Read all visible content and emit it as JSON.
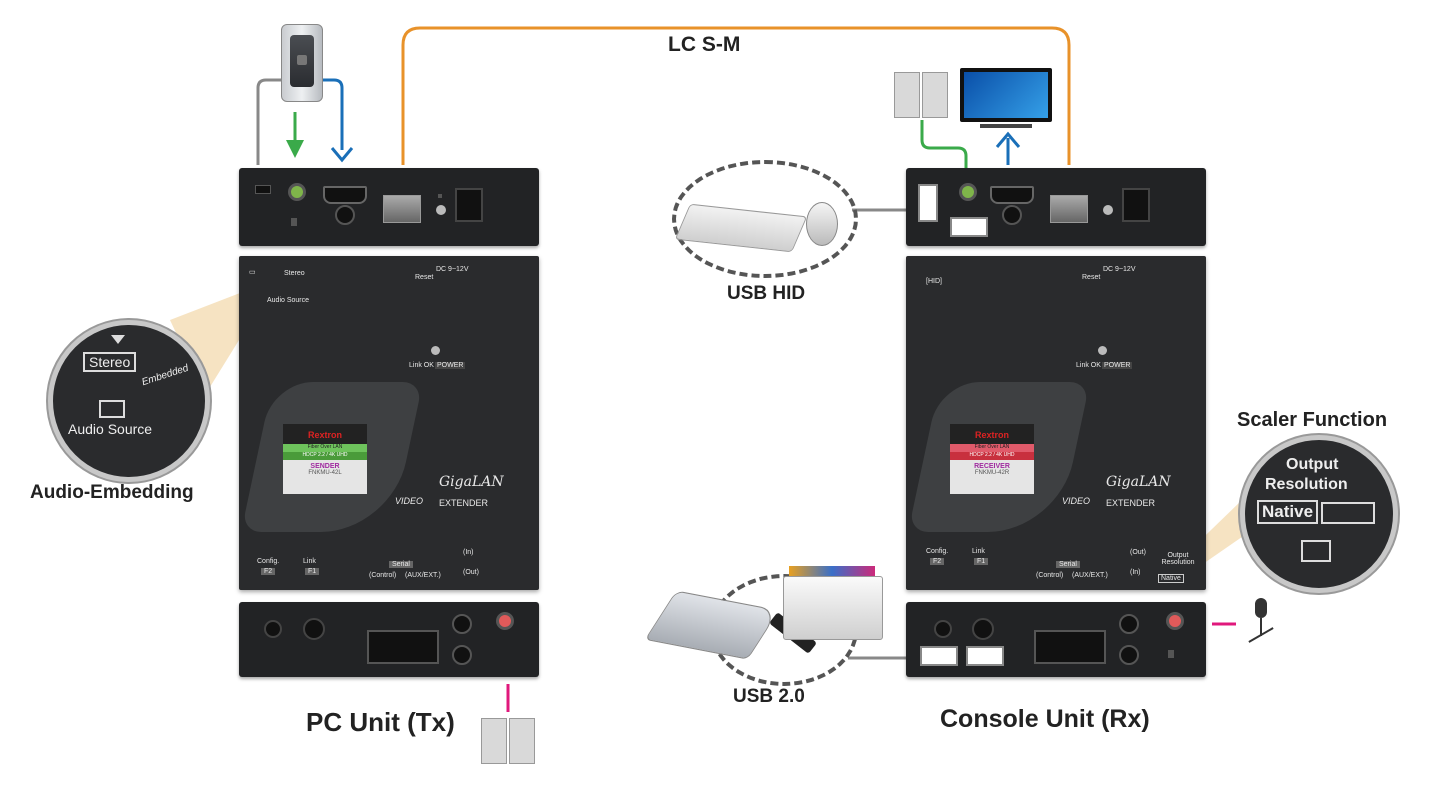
{
  "labels": {
    "lc_sm": "LC S-M",
    "usb_hid": "USB HID",
    "usb_20": "USB 2.0",
    "audio_embedding": "Audio-Embedding",
    "scaler_function": "Scaler Function",
    "pc_unit": "PC Unit (Tx)",
    "console_unit": "Console Unit (Rx)"
  },
  "magnifier_left": {
    "stereo": "Stereo",
    "embedded": "Embedded",
    "audio_source": "Audio Source"
  },
  "magnifier_right": {
    "output": "Output",
    "resolution": "Resolution",
    "native": "Native"
  },
  "tx_face": {
    "stereo": "Stereo",
    "audio_source": "Audio Source",
    "dc": "DC 9~12V",
    "reset": "Reset",
    "link_ok": "Link OK",
    "power": "POWER",
    "brand": "Rextron",
    "tag1": "Fiber Over LAN",
    "tag2": "HDCP 2.2 / 4K UHD",
    "role": "SENDER",
    "model": "FNKMU-42L",
    "giga": "GigaLAN",
    "video": "VIDEO",
    "extender": "EXTENDER",
    "config": "Config.",
    "f2": "F2",
    "link": "Link",
    "f1": "F1",
    "serial": "Serial",
    "control": "(Control)",
    "auxext": "(AUX/EXT.)",
    "in": "(In)",
    "out": "(Out)"
  },
  "rx_face": {
    "hid": "[HID]",
    "dc": "DC 9~12V",
    "reset": "Reset",
    "link_ok": "Link OK",
    "power": "POWER",
    "brand": "Rextron",
    "tag1": "Fiber Over LAN",
    "tag2": "HDCP 2.2 / 4K UHD",
    "role": "RECEIVER",
    "model": "FNKMU-42R",
    "giga": "GigaLAN",
    "video": "VIDEO",
    "extender": "EXTENDER",
    "config": "Config.",
    "f2": "F2",
    "link": "Link",
    "f1": "F1",
    "serial": "Serial",
    "control": "(Control)",
    "auxext": "(AUX/EXT.)",
    "in": "(In)",
    "out": "(Out)",
    "output_res": "Output Resolution",
    "native": "Native"
  },
  "colors": {
    "fiber": "#e8922a",
    "green": "#3aaa4a",
    "blue": "#1a6fb8",
    "gray": "#888888",
    "magenta": "#e0187c",
    "panel": "#222325"
  }
}
